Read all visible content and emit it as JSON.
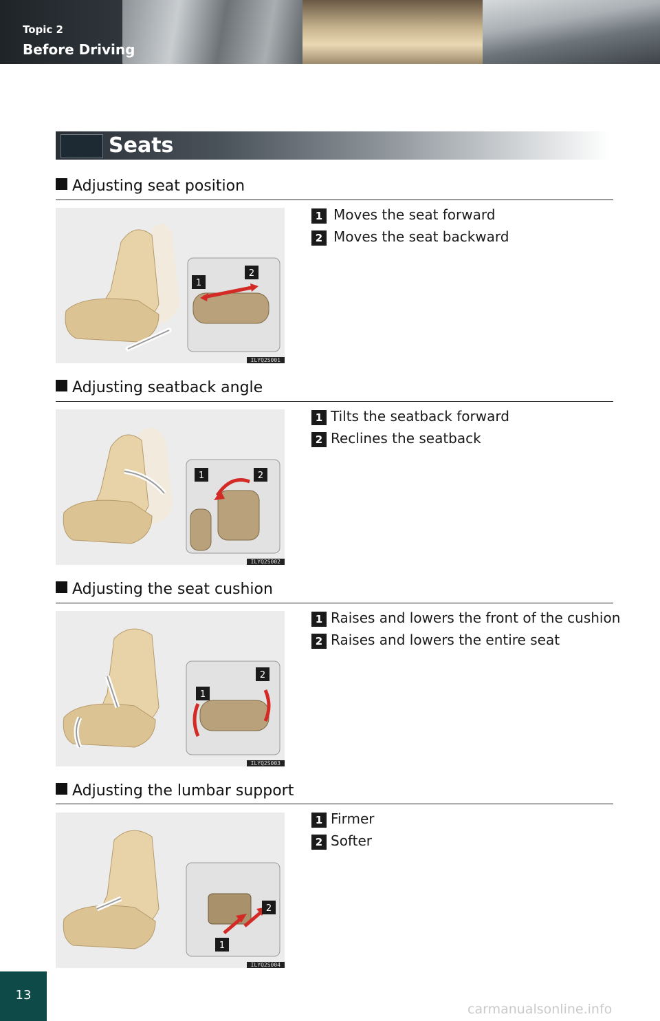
{
  "header": {
    "topic": "Topic 2",
    "section": "Before Driving"
  },
  "page_title": "Seats",
  "sections": [
    {
      "title": "Adjusting seat position",
      "figure_code": "ILYQ2S001",
      "steps": [
        {
          "badge": "1",
          "text": "Moves the seat forward"
        },
        {
          "badge": "2",
          "text": "Moves the seat backward"
        }
      ]
    },
    {
      "title": "Adjusting seatback angle",
      "figure_code": "ILYQ2S002",
      "steps": [
        {
          "badge": "1",
          "text": "Tilts the seatback forward"
        },
        {
          "badge": "2",
          "text": "Reclines the seatback"
        }
      ]
    },
    {
      "title": "Adjusting the seat cushion",
      "figure_code": "ILYQ2S003",
      "steps": [
        {
          "badge": "1",
          "text": "Raises and lowers the front of the cushion"
        },
        {
          "badge": "2",
          "text": "Raises and lowers the entire seat"
        }
      ]
    },
    {
      "title": "Adjusting the lumbar support",
      "figure_code": "ILYQ2S004",
      "steps": [
        {
          "badge": "1",
          "text": "Firmer"
        },
        {
          "badge": "2",
          "text": "Softer"
        }
      ]
    }
  ],
  "page_number": "13",
  "watermark": "carmanualsonline.info",
  "colors": {
    "page_tab": "#0d4a48",
    "arrow_red": "#d42a26",
    "seat_beige": "#e8d3a8"
  }
}
